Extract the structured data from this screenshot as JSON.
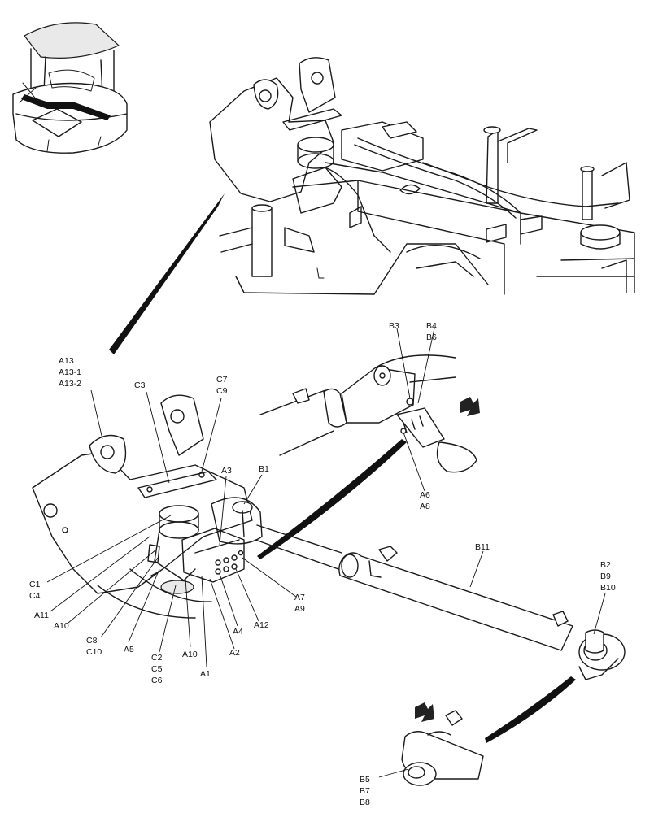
{
  "callouts": {
    "a13": "A13",
    "a13_1": "A13-1",
    "a13_2": "A13-2",
    "c3": "C3",
    "c7": "C7",
    "c9": "C9",
    "a3": "A3",
    "b1": "B1",
    "c1": "C1",
    "c4": "C4",
    "a11": "A11",
    "a10a": "A10",
    "c8": "C8",
    "c10": "C10",
    "a5": "A5",
    "c2": "C2",
    "c5": "C5",
    "c6": "C6",
    "a10b": "A10",
    "a1": "A1",
    "a2": "A2",
    "a4": "A4",
    "a12": "A12",
    "a7": "A7",
    "a9": "A9",
    "b3": "B3",
    "b4": "B4",
    "b6": "B6",
    "a6": "A6",
    "a8": "A8",
    "b11": "B11",
    "b2": "B2",
    "b9": "B9",
    "b10": "B10",
    "b5": "B5",
    "b7": "B7",
    "b8": "B8"
  }
}
